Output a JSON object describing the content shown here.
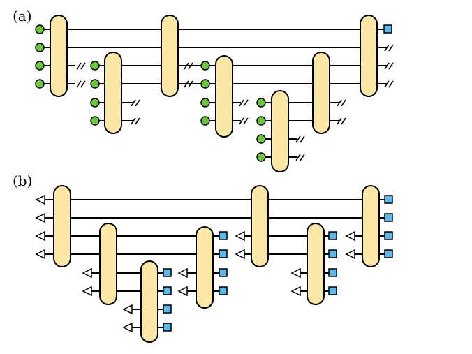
{
  "panels": [
    {
      "id": "a",
      "label": "(a)"
    },
    {
      "id": "b",
      "label": "(b)"
    }
  ],
  "legend_glyphs": {
    "input": "green-circle-icon",
    "output": "blue-square-icon",
    "open_leg": "open-triangle-arrow-icon",
    "discarded": "truncation-mark-icon"
  },
  "colors": {
    "gate_fill": "#fce8a6",
    "input_circle": "#6bc73a",
    "output_square": "#5bb8ea",
    "line": "#000000"
  }
}
